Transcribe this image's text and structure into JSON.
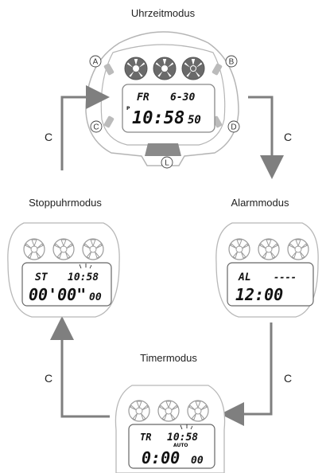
{
  "modes": {
    "clock": {
      "title": "Uhrzeitmodus",
      "day": "FR",
      "date": "6-30",
      "pm": "P",
      "time": "10:58",
      "seconds": "50"
    },
    "alarm": {
      "title": "Alarmmodus",
      "label": "AL",
      "dashes": "----",
      "time": "12:00"
    },
    "timer": {
      "title": "Timermodus",
      "label": "TR",
      "clock": "10:58",
      "auto": "AUTO",
      "main": "0:00",
      "small": "00"
    },
    "stopwatch": {
      "title": "Stoppuhrmodus",
      "label": "ST",
      "clock": "10:58",
      "main": "00'00\"",
      "small": "00"
    }
  },
  "buttons": {
    "a": "A",
    "b": "B",
    "c": "C",
    "d": "D",
    "l": "L"
  },
  "arrows": {
    "c1": "C",
    "c2": "C",
    "c3": "C",
    "c4": "C"
  },
  "colors": {
    "outline": "#b8b8b8",
    "arrow": "#7f7f7f",
    "wheel": "#888888",
    "lcd_text": "#111111"
  }
}
